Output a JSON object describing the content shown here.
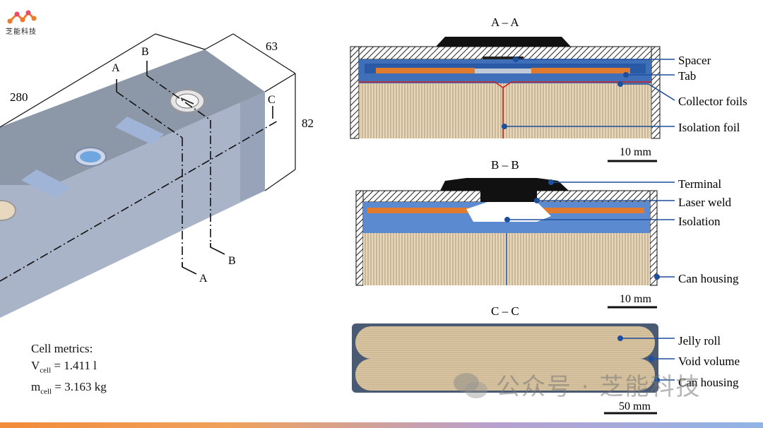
{
  "brand": {
    "logo_text": "芝能科技"
  },
  "dimensions": {
    "length": "280",
    "width": "63",
    "height": "82"
  },
  "section_markers": {
    "a": "A",
    "b": "B",
    "c": "C"
  },
  "sections": {
    "aa": {
      "title": "A – A",
      "labels": [
        "Spacer",
        "Tab",
        "Collector foils",
        "Isolation foil"
      ],
      "scale": "10 mm"
    },
    "bb": {
      "title": "B – B",
      "labels": [
        "Terminal",
        "Laser weld",
        "Isolation",
        "Can housing"
      ],
      "scale": "10 mm"
    },
    "cc": {
      "title": "C – C",
      "labels": [
        "Jelly roll",
        "Void volume",
        "Can housing"
      ],
      "scale": "50 mm"
    }
  },
  "metrics": {
    "heading": "Cell metrics:",
    "v_var": "V",
    "v_sub": "cell",
    "v_value": " = 1.411 l",
    "m_var": "m",
    "m_sub": "cell",
    "m_value": " = 3.163 kg"
  },
  "watermark": "公众号 · 芝能科技",
  "colors": {
    "housing": "#9aa7bd",
    "accent_orange": "#e07a2e",
    "accent_blue": "#2d5ea8",
    "jelly": "#dcc8a4"
  }
}
